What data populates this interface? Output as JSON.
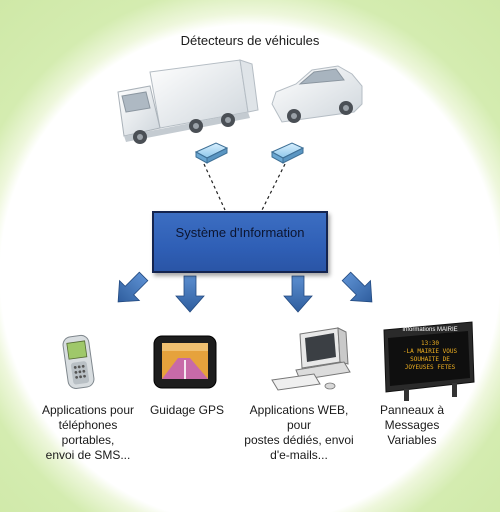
{
  "title": "Détecteurs de véhicules",
  "system": {
    "label": "Système d'Information"
  },
  "outputs": [
    {
      "lines": [
        "Applications pour",
        "téléphones portables,",
        "envoi de SMS..."
      ],
      "icon": "mobile-phone-icon"
    },
    {
      "lines": [
        "Guidage GPS"
      ],
      "icon": "gps-device-icon"
    },
    {
      "lines": [
        "Applications WEB, pour",
        "postes dédiés, envoi",
        "d'e-mails..."
      ],
      "icon": "computer-icon"
    },
    {
      "lines": [
        "Panneaux à",
        "Messages",
        "Variables"
      ],
      "icon": "message-sign-icon"
    }
  ],
  "sign": {
    "header": "Informations MAIRIE",
    "lines": [
      "13:30",
      "-LA MAIRIE VOUS",
      "SOUHAITE DE",
      "JOYEUSES FETES"
    ]
  },
  "colors": {
    "system_box": "#2f5fb6",
    "arrow": "#3e6fb0",
    "background": "#cde7a4"
  }
}
